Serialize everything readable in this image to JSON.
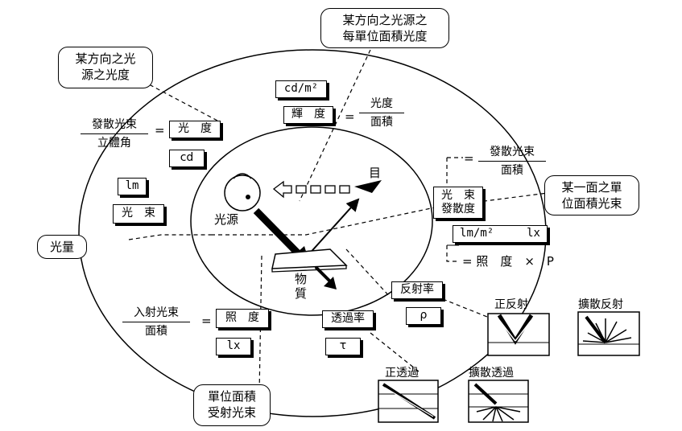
{
  "callouts": {
    "top": [
      "某方向之光源之",
      "每單位面積光度"
    ],
    "topleft": [
      "某方向之光",
      "源之光度"
    ],
    "right": [
      "某一面之單",
      "位面積光束"
    ],
    "left": "光量",
    "bottom": [
      "單位面積",
      "受射光束"
    ]
  },
  "intensity": {
    "numerator": "發散光束",
    "denominator": "立體角",
    "equals": "=",
    "name": "光　度",
    "unit": "cd"
  },
  "flux": {
    "unit": "lm",
    "name": "光　束"
  },
  "luminance": {
    "unit": "cd/m²",
    "name": "輝　度",
    "equals": "=",
    "numerator": "光度",
    "denominator": "面積"
  },
  "exitance": {
    "equals_top": "=",
    "numerator": "發散光束",
    "denominator": "面積",
    "name_line1": "光　束",
    "name_line2": "發散度",
    "unit_a": "lm/m²",
    "unit_b": "lx",
    "equals_bottom": "= 照　度　×　P"
  },
  "illuminance": {
    "numerator": "入射光束",
    "denominator": "面積",
    "equals": "=",
    "name": "照　度",
    "unit": "lx"
  },
  "center": {
    "source": "光源",
    "eye": "目",
    "material_line1": "物",
    "material_line2": "質"
  },
  "transmittance": {
    "name": "透過率",
    "symbol": "τ"
  },
  "reflectance": {
    "name": "反射率",
    "symbol": "ρ"
  },
  "samples": {
    "specular_reflection": "正反射",
    "diffuse_reflection": "擴散反射",
    "regular_transmission": "正透過",
    "diffuse_transmission": "擴散透過"
  }
}
